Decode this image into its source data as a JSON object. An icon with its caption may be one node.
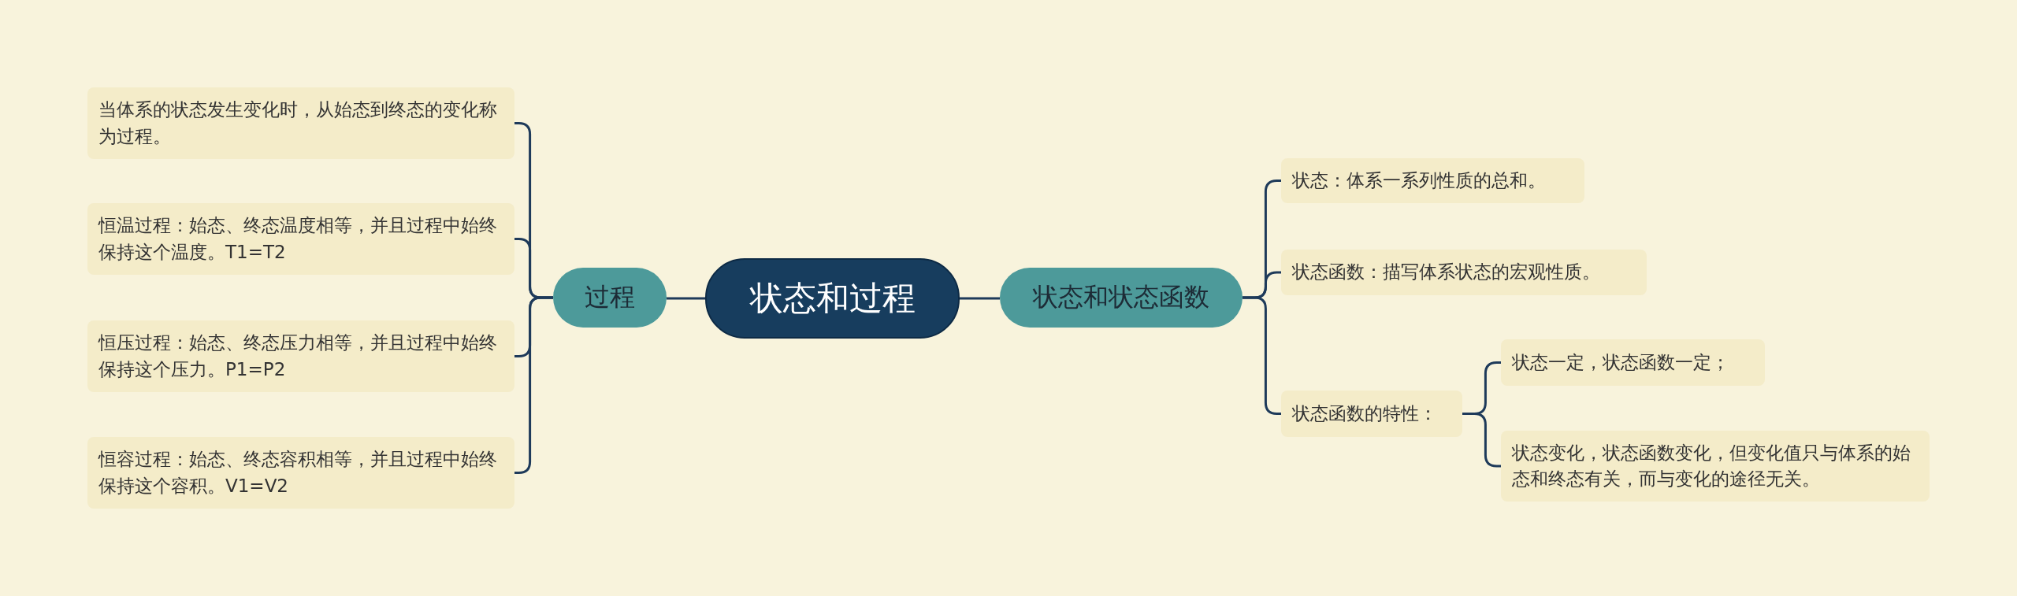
{
  "diagram": {
    "nodes": [
      {
        "text": [
          "状态和过程"
        ]
      },
      {
        "text": [
          "过程"
        ]
      },
      {
        "text": [
          "当体系的状态发生变化时，从始态到终态的变化称为过程。"
        ]
      },
      {
        "text": [
          "恒温过程：始态、终态温度相等，并且过程中始终保持这个温度。T1=T2"
        ]
      },
      {
        "text": [
          "恒压过程：始态、终态压力相等，并且过程中始终保持这个压力。P1=P2"
        ]
      },
      {
        "text": [
          "恒容过程：始态、终态容积相等，并且过程中始终保持这个容积。V1=V2"
        ]
      },
      {
        "text": [
          "状态和状态函数"
        ]
      },
      {
        "text": [
          "状态：体系一系列性质的总和。"
        ]
      },
      {
        "text": [
          "状态函数：描写体系状态的宏观性质。"
        ]
      },
      {
        "text": [
          "状态函数的特性："
        ]
      },
      {
        "text": [
          "状态一定，状态函数一定；"
        ]
      },
      {
        "text": [
          "状态变化，状态函数变化，但变化值只与体系的始态和终态有关，而与变化的途径无关。"
        ]
      }
    ],
    "edges": [
      {
        "from": 0,
        "to": 1,
        "arrow": "none"
      },
      {
        "from": 1,
        "to": 2,
        "arrow": "none"
      },
      {
        "from": 1,
        "to": 3,
        "arrow": "none"
      },
      {
        "from": 1,
        "to": 4,
        "arrow": "none"
      },
      {
        "from": 1,
        "to": 5,
        "arrow": "none"
      },
      {
        "from": 0,
        "to": 6,
        "arrow": "none"
      },
      {
        "from": 6,
        "to": 7,
        "arrow": "none"
      },
      {
        "from": 6,
        "to": 8,
        "arrow": "none"
      },
      {
        "from": 6,
        "to": 9,
        "arrow": "none"
      },
      {
        "from": 9,
        "to": 10,
        "arrow": "none"
      },
      {
        "from": 9,
        "to": 11,
        "arrow": "none"
      }
    ]
  }
}
